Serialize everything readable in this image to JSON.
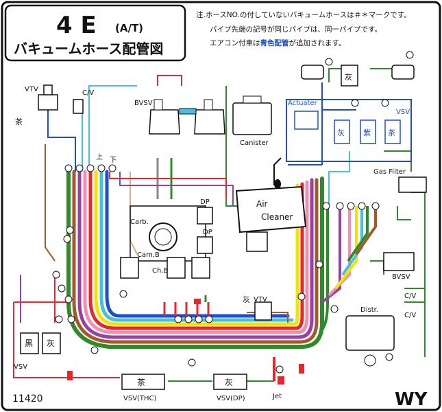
{
  "header": {
    "title": "4 E",
    "title_sub": "(A/T)",
    "subtitle": "バキュームホース配管図"
  },
  "notes": [
    "注.ホースNO.の付していないバキュームホースは＃＊マークです。",
    "パイプ先端の記号が同じパイプは、同一パイプです。",
    "エアコン付車は青色配管が追加されます。"
  ],
  "notes_highlight": "青色配管",
  "components": {
    "vtv_left": "VTV",
    "cv_left": "C/V",
    "cha_mark": "茶",
    "bvsv_top": "BVSV",
    "canister": "Canister",
    "actuator": "Actuater",
    "vsv_blue": "VSV",
    "gas_filter": "Gas Filter",
    "air": "Air",
    "cleaner": "Cleaner",
    "carb": "Carb.",
    "dp1": "DP",
    "dp2": "DP",
    "camb": "Cam.B",
    "chb": "Ch.B",
    "bvsv_right": "BVSV",
    "cv_right1": "C/V",
    "cv_right2": "C/V",
    "distr": "Distr.",
    "vtv_center": "VTV",
    "hai_mark": "灰",
    "kuro": "黒",
    "hai_left": "灰",
    "vsv_left": "VSV",
    "cha_thc": "茶",
    "vsv_thc": "VSV(THC)",
    "hai_dp": "灰",
    "vsv_dp": "VSV(DP)",
    "jet": "Jet",
    "ue": "上",
    "shita": "下",
    "hai_top": "灰",
    "hai_b1": "灰",
    "hai_b2": "紫",
    "hai_b3": "茶"
  },
  "footer": {
    "code": "11420",
    "model": "WY"
  },
  "colors": {
    "frame": "#111111",
    "red": "#e8262b",
    "green": "#2f8a2a",
    "blue": "#1f4fc8",
    "lightblue": "#45c1e0",
    "yellow": "#f2e300",
    "pink": "#f08fb4",
    "purple": "#9a3fa6",
    "brown": "#a25a2c",
    "tan": "#d8b07a"
  }
}
